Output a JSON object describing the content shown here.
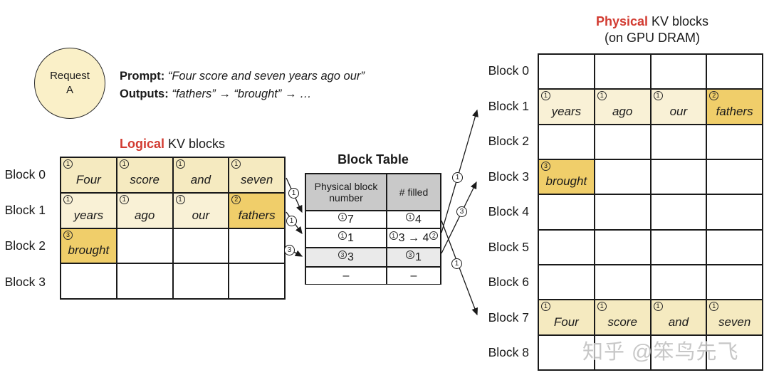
{
  "request": {
    "line1": "Request",
    "line2": "A"
  },
  "prompt": {
    "label": "Prompt:",
    "text": "“Four score and seven years ago our”"
  },
  "outputs": {
    "label": "Outputs:",
    "text": "“fathers” → “brought” → …"
  },
  "logical": {
    "title_accent": "Logical",
    "title_rest": " KV blocks",
    "row_labels": [
      "Block 0",
      "Block 1",
      "Block 2",
      "Block 3"
    ],
    "rows": [
      [
        {
          "step": "1",
          "word": "Four"
        },
        {
          "step": "1",
          "word": "score"
        },
        {
          "step": "1",
          "word": "and"
        },
        {
          "step": "1",
          "word": "seven"
        }
      ],
      [
        {
          "step": "1",
          "word": "years"
        },
        {
          "step": "1",
          "word": "ago"
        },
        {
          "step": "1",
          "word": "our"
        },
        {
          "step": "2",
          "word": "fathers"
        }
      ],
      [
        {
          "step": "3",
          "word": "brought"
        },
        {},
        {},
        {}
      ],
      [
        {},
        {},
        {},
        {}
      ]
    ]
  },
  "block_table": {
    "title": "Block Table",
    "col1_header": "Physical block number",
    "col2_header": "# filled",
    "rows": [
      {
        "p_step": "1",
        "p_val": "7",
        "f_step": "1",
        "f_val": "4",
        "f_post": ""
      },
      {
        "p_step": "1",
        "p_val": "1",
        "f_step": "1",
        "f_val": "3 → 4",
        "f_post": "2"
      },
      {
        "p_step": "3",
        "p_val": "3",
        "f_step": "3",
        "f_val": "1",
        "f_post": ""
      },
      {
        "p_step": "",
        "p_val": "–",
        "f_step": "",
        "f_val": "–",
        "f_post": ""
      }
    ]
  },
  "physical": {
    "title_accent": "Physical",
    "title_rest": " KV blocks",
    "subtitle": "(on GPU DRAM)",
    "row_labels": [
      "Block 0",
      "Block 1",
      "Block 2",
      "Block 3",
      "Block 4",
      "Block 5",
      "Block 6",
      "Block 7",
      "Block 8"
    ],
    "rows": {
      "1": [
        {
          "step": "1",
          "word": "years"
        },
        {
          "step": "1",
          "word": "ago"
        },
        {
          "step": "1",
          "word": "our"
        },
        {
          "step": "2",
          "word": "fathers"
        }
      ],
      "3": [
        {
          "step": "3",
          "word": "brought"
        }
      ],
      "7": [
        {
          "step": "1",
          "word": "Four"
        },
        {
          "step": "1",
          "word": "score"
        },
        {
          "step": "1",
          "word": "and"
        },
        {
          "step": "1",
          "word": "seven"
        }
      ]
    }
  },
  "arrow_labels": {
    "logical_to_table": [
      "1",
      "1",
      "3"
    ],
    "table_to_physical": [
      "1",
      "3",
      "1"
    ]
  },
  "colors": {
    "accent_red": "#D23B31",
    "cream": "#F5EAC0",
    "cream_light": "#F9F1D6",
    "gold_highlight": "#F0CE6A",
    "header_gray": "#C9C9C9",
    "shaded_row_gray": "#EAEAEA",
    "circle_fill": "#FAF0C8"
  },
  "watermark": "知乎 @笨鸟先飞"
}
